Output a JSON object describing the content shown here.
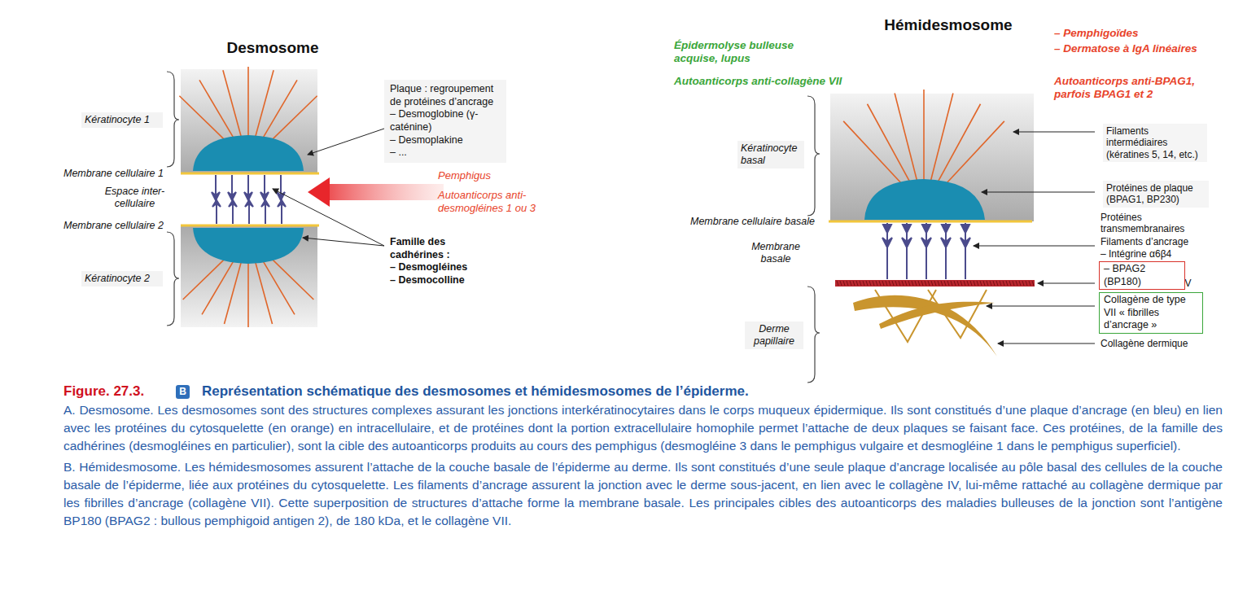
{
  "diagram": {
    "title": "Représentation schématique des desmosomes et hémidesmosomes de l’épiderme.",
    "caption": "A. Desmosome. Les desmosomes sont des structures complexes assurant les jonctions interkératinocytaires dans le corps muqueux épidermique. Ils sont constitués d’une plaque d’ancrage (en bleu) en lien avec les protéines du cytosquelette (en orange) en intracellulaire, et de protéines dont la portion extracellulaire homophile permet l’attache de deux plaques se faisant face. Ces protéines, de la famille des cadhérines (desmogléines en particulier), sont la cible des autoanticorps produits au cours des pemphigus (desmogléine 3 dans le pemphigus vulgaire et desmogléine 1 dans le pemphigus superficiel).",
    "nodes": [
      {
        "text": [
          "Plaque : regroupement de protéines d’ancrage",
          "– Desmoglobine (γ-caténine)",
          "– Desmoplakine",
          "– ..."
        ]
      },
      {
        "text": [
          "Famille des cadhérines :",
          "– Desmogléines",
          "– Desmocolline"
        ]
      },
      {
        "text": [
          "– BPAG2 (BP180)"
        ]
      },
      {
        "text": [
          "Collagène de type VII « fibrilles d’ancrage »"
        ]
      }
    ],
    "labels": [
      "Desmosome",
      "Kératinocyte 1",
      "Membrane cellulaire 1",
      "Espace inter-cellulaire",
      "Membrane cellulaire 2",
      "Kératinocyte 2",
      "Pemphigus",
      "Autoanticorps anti-desmogléines 1 ou 3",
      "Hémidesmosome",
      "Épidermolyse bulleuse acquise, lupus",
      "Autoanticorps anti-collagène VII",
      "– Pemphigoïdes",
      "– Dermatose à IgA linéaires",
      "Autoanticorps anti-BPAG1, parfois BPAG1 et 2",
      "Kératinocyte basal",
      "Membrane cellulaire basale",
      "Membrane basale",
      "Derme papillaire",
      "Filaments intermédiaires (kératines 5, 14, etc.)",
      "Protéines de plaque (BPAG1, BP230)",
      "Protéines transmembranaires",
      "Filaments d’ancrage",
      "– Intégrine α6β4",
      "Collagène de type IV",
      "Collagène dermique",
      "Figure. 27.3.",
      "B",
      "B. Hémidesmosome. Les hémidesmosomes assurent l’attache de la couche basale de l’épiderme au derme. Ils sont constitués d’une seule plaque d’ancrage localisée au pôle basal des cellules de la couche basale de l’épiderme, liée aux protéines du cytosquelette. Les filaments d’ancrage assurent la jonction avec le derme sous-jacent, en lien avec le collagène IV, lui-même rattaché au collagène dermique par les fibrilles d’ancrage (collagène VII). Cette superposition de structures d’attache forme la membrane basale. Les principales cibles des autoanticorps des maladies bulleuses de la jonction sont l’antigène BP180 (BPAG2 : bullous pemphigoid antigen 2), de 180 kDa, et le collagène VII."
    ]
  }
}
